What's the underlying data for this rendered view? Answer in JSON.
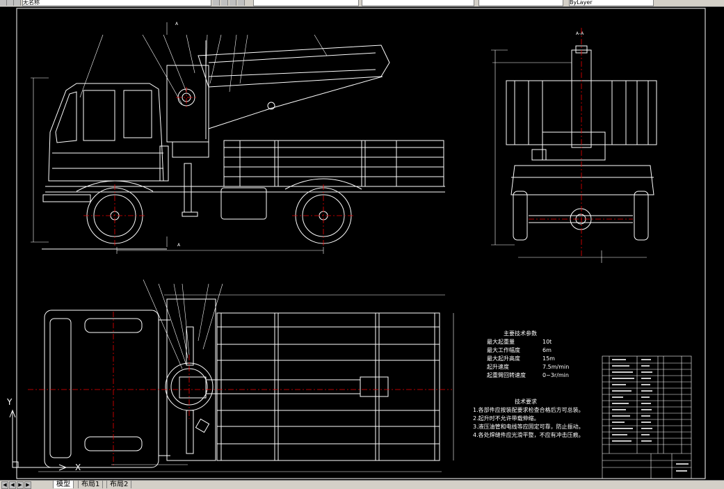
{
  "toolbar": {
    "layer_label": "无名称",
    "field2": "",
    "field3": "",
    "field4": "",
    "field5": "ByLayer"
  },
  "drawing": {
    "section_label": "A–A",
    "section_mark": "A",
    "tech_params": {
      "title": "主要技术参数",
      "rows": [
        {
          "label": "最大起重量",
          "value": "10t"
        },
        {
          "label": "最大工作幅度",
          "value": "6m"
        },
        {
          "label": "最大起升高度",
          "value": "15m"
        },
        {
          "label": "起升速度",
          "value": "7.5m/min"
        },
        {
          "label": "起重臂回转速度",
          "value": "0~3r/min"
        }
      ]
    },
    "requirements": {
      "title": "技术要求",
      "items": [
        "1.各部件应按装配要求检查合格后方可总装。",
        "2.起升时不允许带载伸缩。",
        "3.液压油管和电线等应固定可靠，防止振动。",
        "4.各处焊缝件应光滑平整，不应有冲击压痕。"
      ]
    },
    "axis_y": "Y",
    "axis_x": "X"
  },
  "tabs": [
    {
      "label": "模型",
      "active": true
    },
    {
      "label": "布局1",
      "active": false
    },
    {
      "label": "布局2",
      "active": false
    }
  ]
}
